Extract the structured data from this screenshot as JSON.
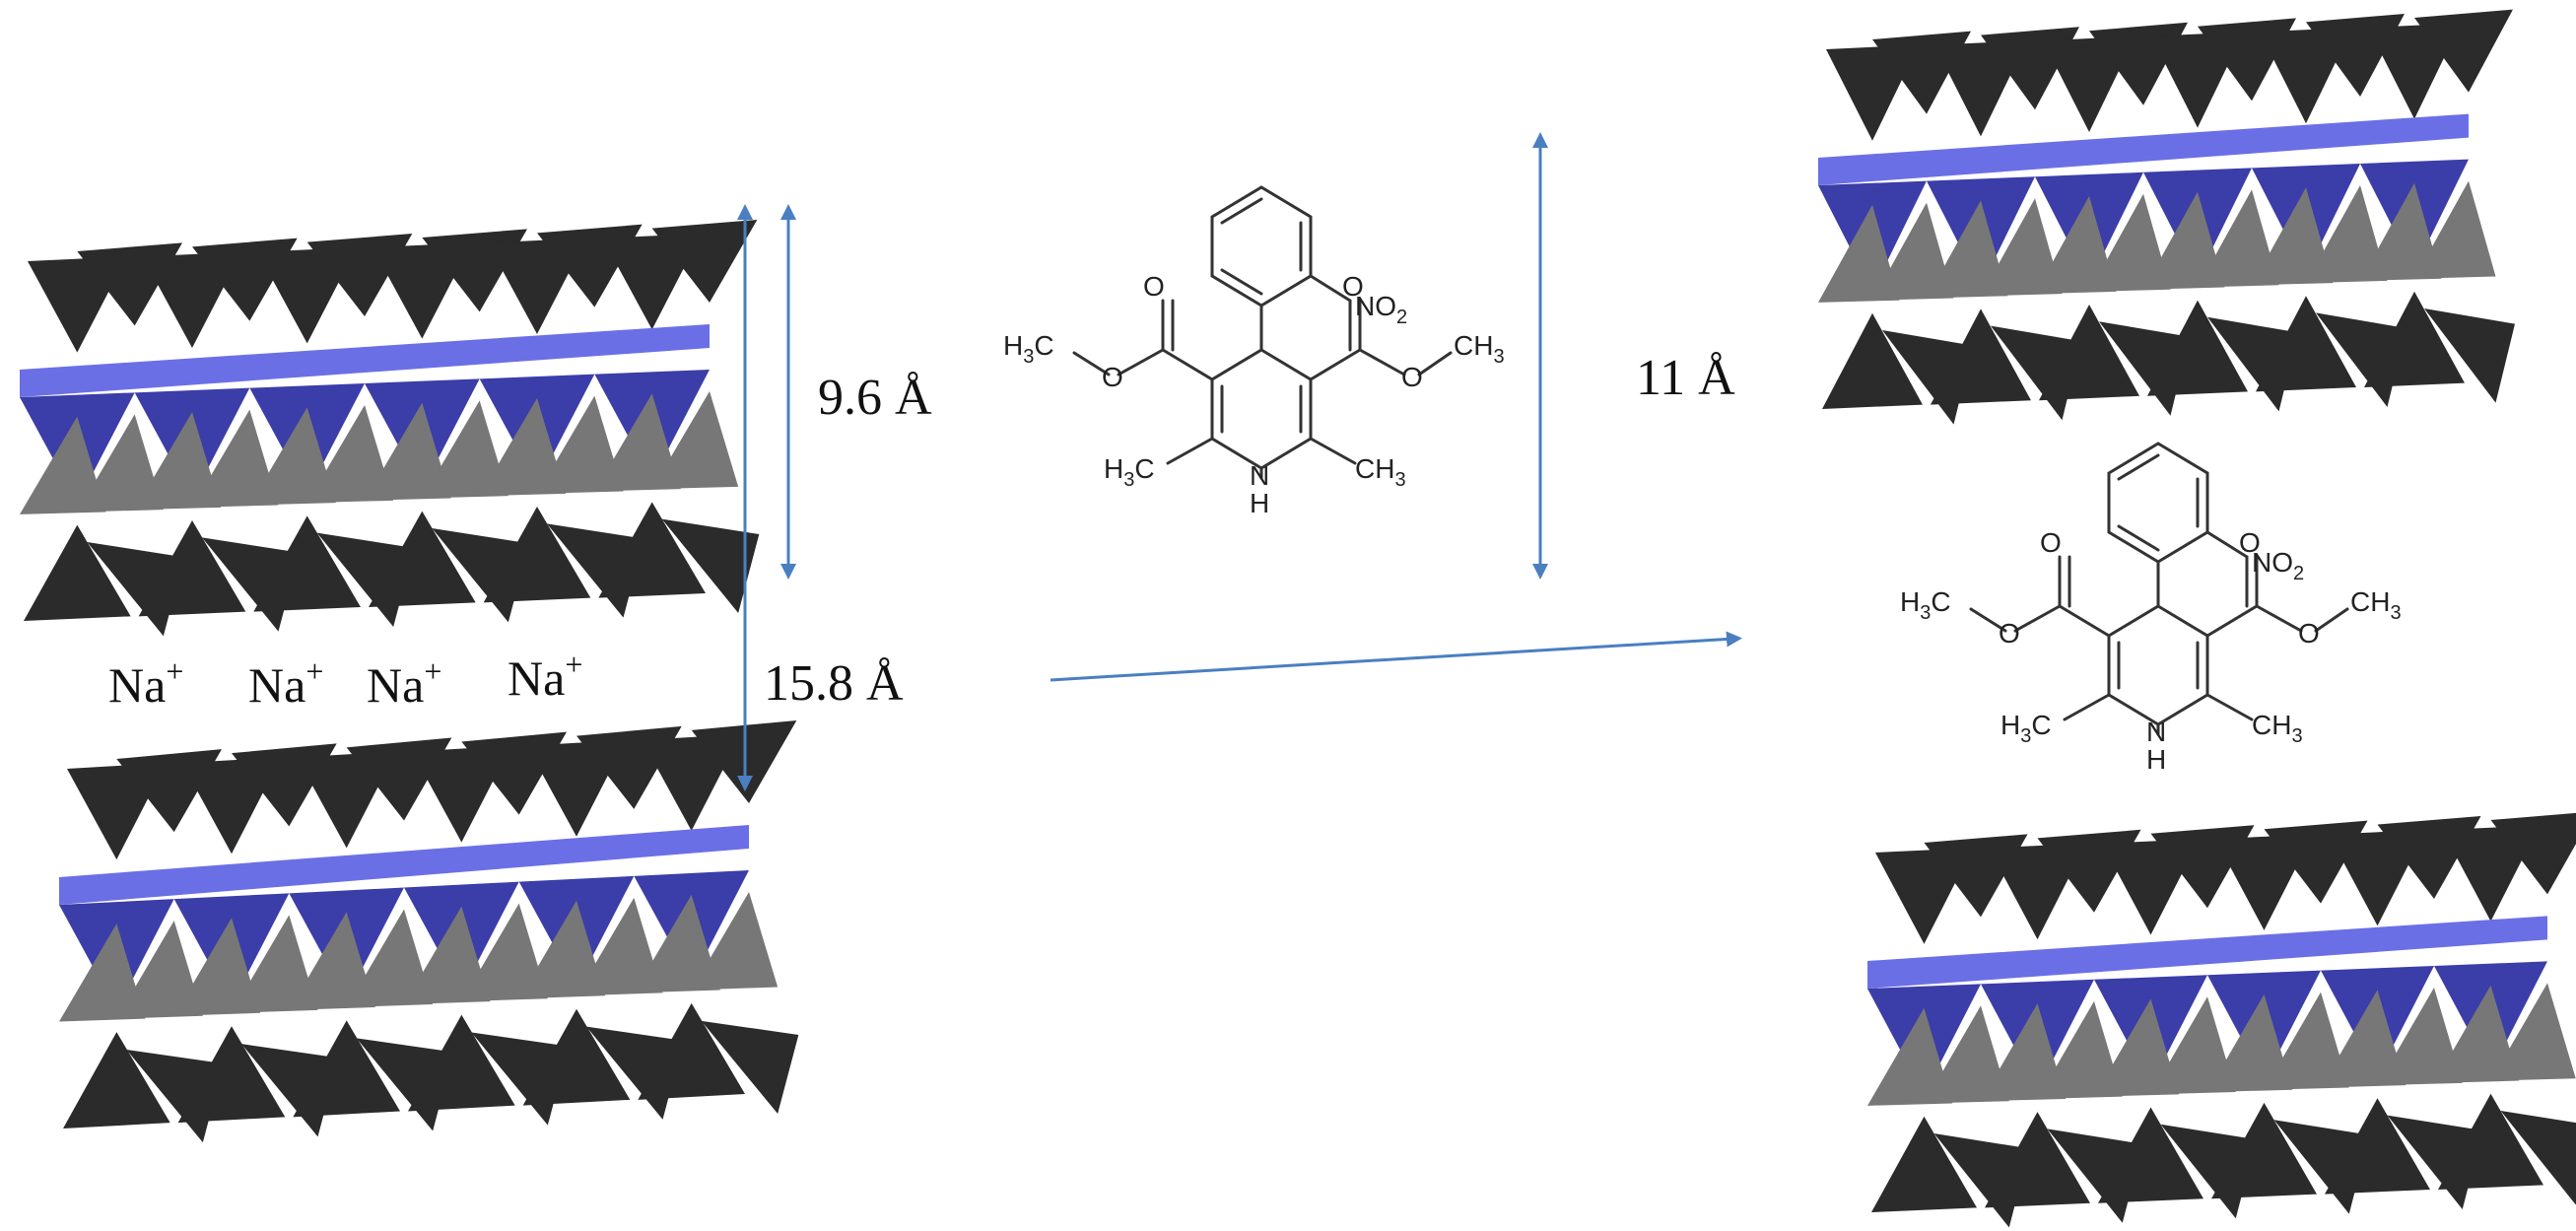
{
  "diagram": {
    "labels": {
      "na": [
        "Na",
        "Na",
        "Na",
        "Na"
      ],
      "na_charge": "+",
      "d_basal_small": "9.6 Å",
      "d_basal_pristine": "15.8 Å",
      "d_basal_intercalated": "11 Å"
    },
    "molecule": {
      "no2": "NO",
      "no2_sub": "2",
      "methyl_left": "H",
      "methyl_left_sub": "3",
      "methyl_left_c": "C",
      "methyl_right": "CH",
      "methyl_right_sub": "3",
      "oxygen": "O",
      "nh": "N",
      "nh_h": "H"
    },
    "colors": {
      "tetrahedra_dark": "#2b2b2b",
      "octahedra_blue": "#3b3da8",
      "octahedra_top": "#6b6fe6",
      "octahedra_grey": "#777777",
      "arrow": "#4a7fc1"
    }
  }
}
